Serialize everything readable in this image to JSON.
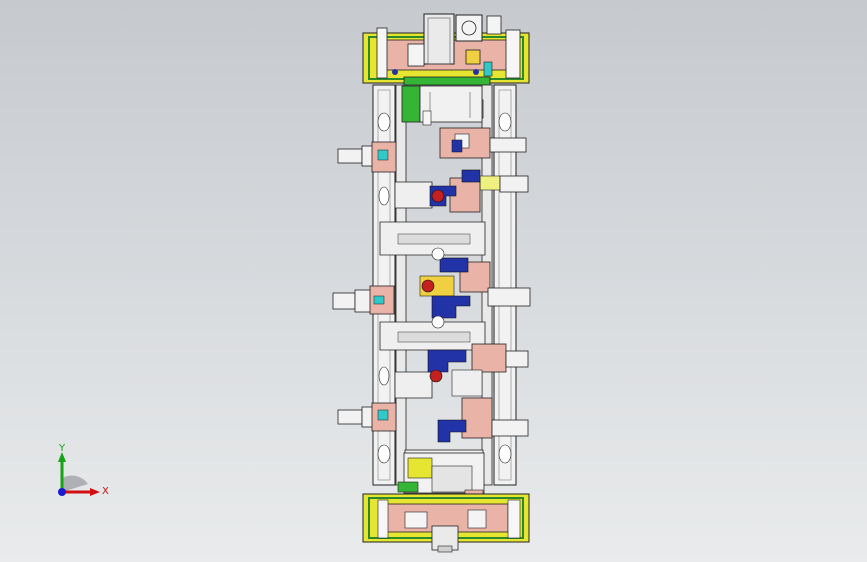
{
  "viewport": {
    "background_top": "#c6c9ce",
    "background_bottom": "#e9ebec"
  },
  "model": {
    "description_icon": "cad-fixture-assembly",
    "colors": {
      "frame": "#f1f1f1",
      "outline": "#1c1c1c",
      "clamp_pink": "#e9b3a8",
      "base_yellow": "#e0e040",
      "base_green": "#35b535",
      "cylinder_blue": "#2233a8",
      "cylinder_red": "#c42020",
      "accent_cyan": "#30c8c8",
      "panel_gray": "#c8c8c8"
    }
  },
  "triad": {
    "x_label": "X",
    "y_label": "Y",
    "x_color": "#d01010",
    "y_color": "#16a316",
    "z_color": "#1a1ad0"
  }
}
